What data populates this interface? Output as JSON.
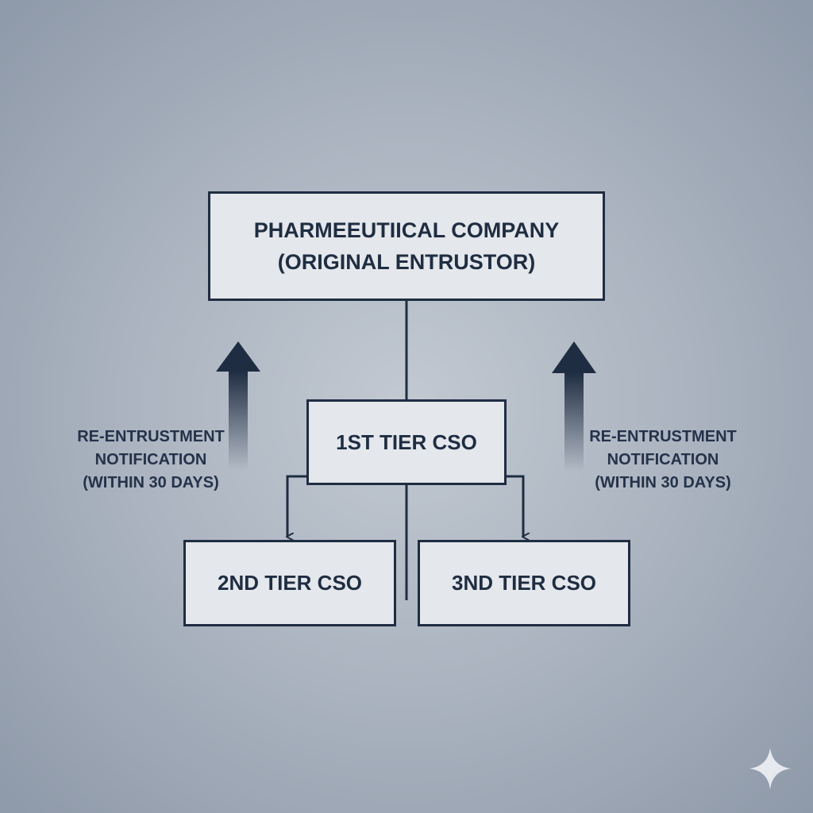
{
  "diagram": {
    "top_box": {
      "line1": "PHARMEEUTIICAL COMPANY",
      "line2": "(ORIGINAL ENTRUSTOR)"
    },
    "tier1": "1ST TIER CSO",
    "tier2": "2ND TIER CSO",
    "tier3": "3ND TIER CSO",
    "note_left": {
      "line1": "RE-ENTRUSTMENT",
      "line2": "NOTIFICATION",
      "line3": "(WITHIN 30 DAYS)"
    },
    "note_right": {
      "line1": "RE-ENTRUSTMENT",
      "line2": "NOTIFICATION",
      "line3": "(WITHIN 30 DAYS)"
    }
  },
  "colors": {
    "ink": "#1f2d42",
    "box_fill": "#e4e7eb"
  }
}
